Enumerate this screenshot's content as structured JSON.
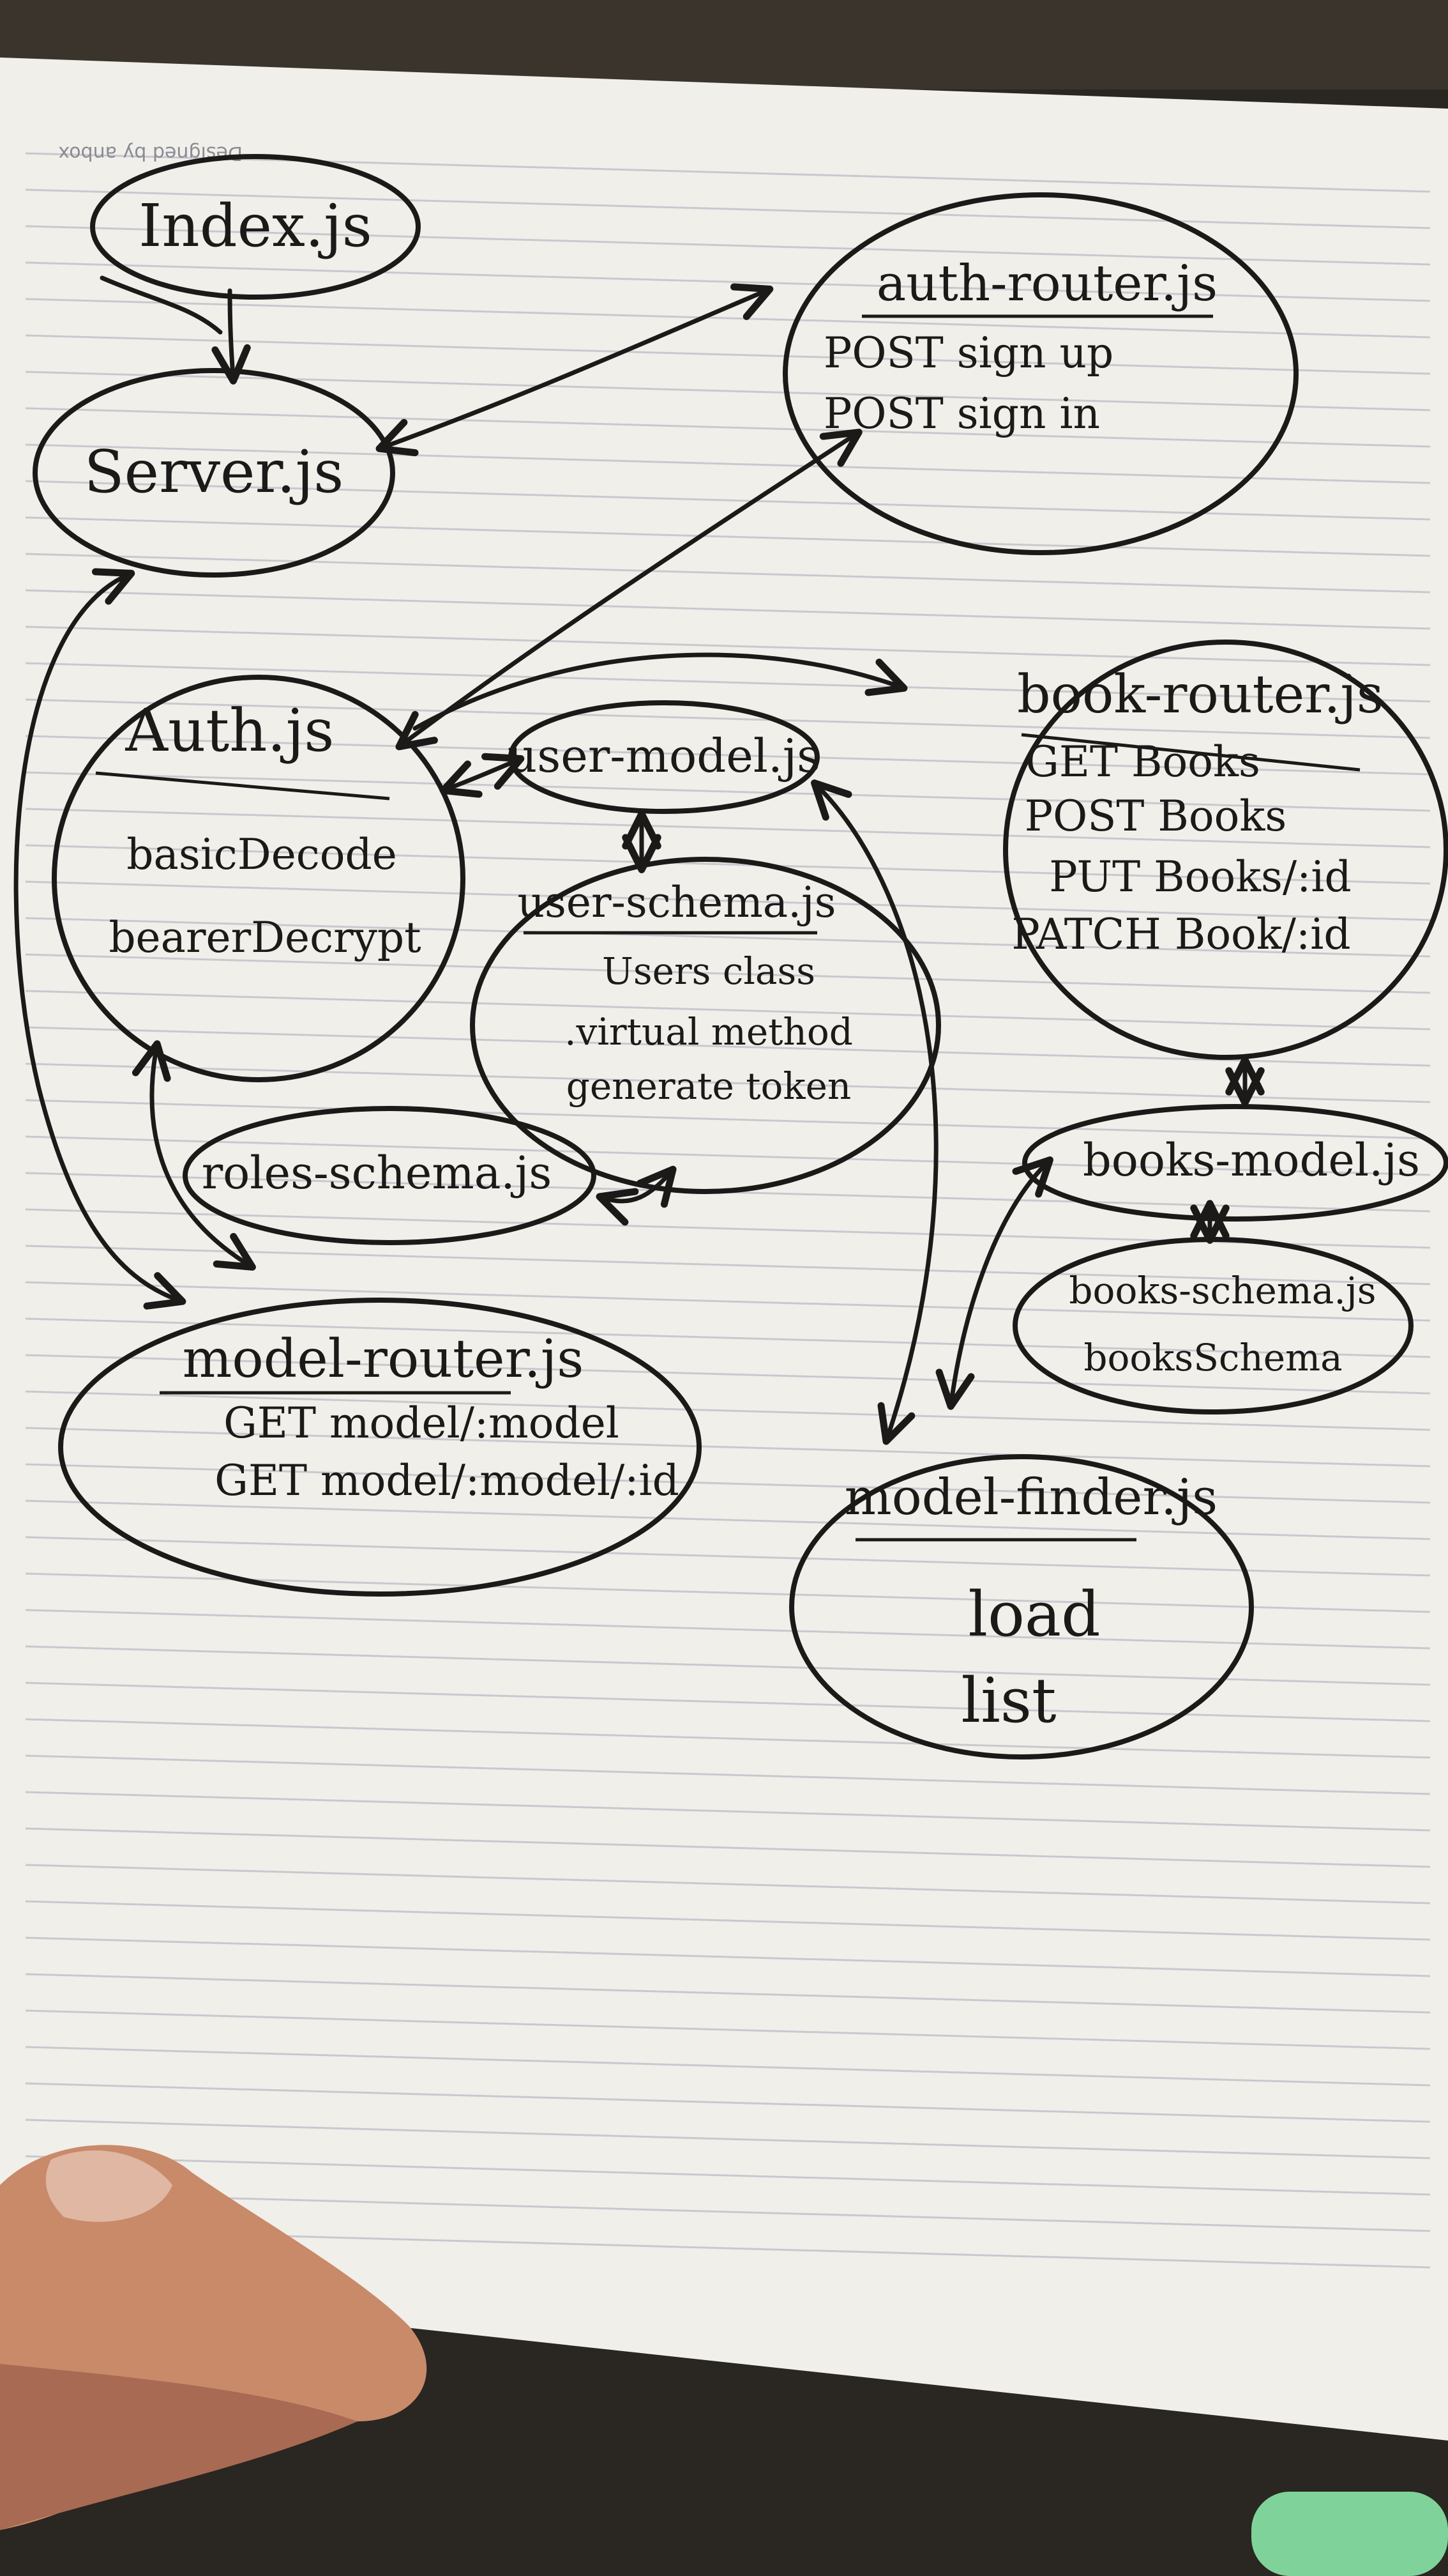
{
  "paper": {
    "imprint": "Designed by anbox",
    "colors": {
      "paper": "#f1efea",
      "ink": "#1c1a18",
      "rule": "#c9c8cf",
      "background": "#2a2622"
    }
  },
  "nodes": {
    "index": {
      "title": "Index.js",
      "items": []
    },
    "server": {
      "title": "Server.js",
      "items": []
    },
    "auth_router": {
      "title": "auth-router.js",
      "items": [
        "POST sign up",
        "POST sign in"
      ]
    },
    "auth": {
      "title": "Auth.js",
      "items": [
        "basicDecode",
        "bearerDecrypt"
      ]
    },
    "user_model": {
      "title": "user-model.js",
      "items": []
    },
    "user_schema": {
      "title": "user-schema.js",
      "items": [
        "Users class",
        ".virtual method",
        "generate token"
      ]
    },
    "book_router": {
      "title": "book-router.js",
      "items": [
        "GET Books",
        "POST Books",
        "PUT Books/:id",
        "PATCH Book/:id"
      ]
    },
    "roles_schema": {
      "title": "roles-schema.js",
      "items": []
    },
    "books_model": {
      "title": "books-model.js",
      "items": []
    },
    "books_schema": {
      "title": "books-schema.js",
      "items": [
        "booksSchema"
      ]
    },
    "model_router": {
      "title": "model-router.js",
      "items": [
        "GET model/:model",
        "GET model/:model/:id"
      ]
    },
    "model_finder": {
      "title": "model-finder.js",
      "items": [
        "load",
        "list"
      ]
    }
  },
  "edges": [
    {
      "from": "index",
      "to": "server"
    },
    {
      "from": "server",
      "to": "auth_router"
    },
    {
      "from": "auth",
      "to": "auth_router"
    },
    {
      "from": "auth",
      "to": "book_router"
    },
    {
      "from": "auth",
      "to": "user_model"
    },
    {
      "from": "user_model",
      "to": "user_schema"
    },
    {
      "from": "user_schema",
      "to": "roles_schema"
    },
    {
      "from": "user_model",
      "to": "model_finder"
    },
    {
      "from": "book_router",
      "to": "books_model"
    },
    {
      "from": "books_model",
      "to": "books_schema"
    },
    {
      "from": "books_model",
      "to": "model_finder"
    },
    {
      "from": "auth",
      "to": "model_router"
    },
    {
      "from": "server",
      "to": "model_router"
    }
  ]
}
